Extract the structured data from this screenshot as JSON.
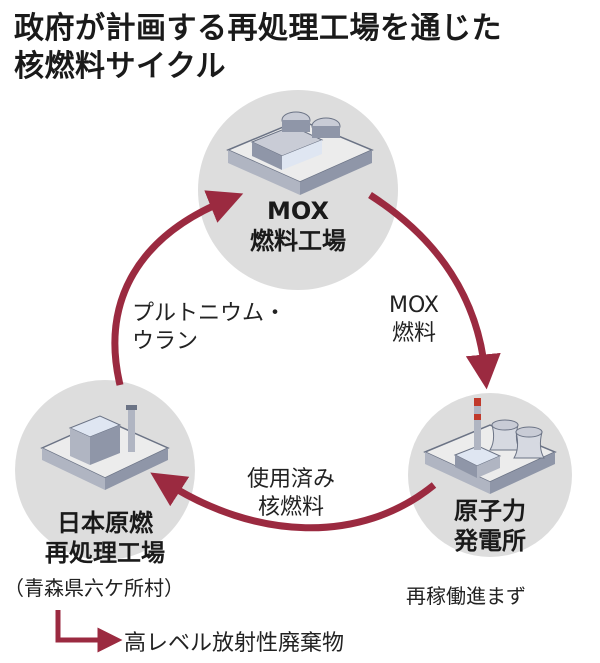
{
  "title": {
    "line1": "政府が計画する再処理工場を通じた",
    "line2": "核燃料サイクル"
  },
  "nodes": {
    "mox_plant": {
      "line1": "MOX",
      "line2": "燃料工場"
    },
    "nuclear_plant": {
      "line1": "原子力",
      "line2": "発電所",
      "status": "再稼働進まず"
    },
    "reprocessing_plant": {
      "line1": "日本原燃",
      "line2": "再処理工場",
      "location": "（青森県六ケ所村）"
    }
  },
  "edges": {
    "plutonium_uranium": {
      "line1": "プルトニウム・",
      "line2": "ウラン"
    },
    "mox_fuel": {
      "line1": "MOX",
      "line2": "燃料"
    },
    "spent_fuel": {
      "line1": "使用済み",
      "line2": "核燃料"
    }
  },
  "waste": {
    "label": "高レベル放射性廃棄物"
  },
  "colors": {
    "arrow": "#9b2a40",
    "node_circle": "#dddddd",
    "building_top": "#c9ccd6",
    "building_side": "#8f96a8",
    "building_window": "#dfe6f2",
    "chimney_stripe": "#c0392b"
  }
}
